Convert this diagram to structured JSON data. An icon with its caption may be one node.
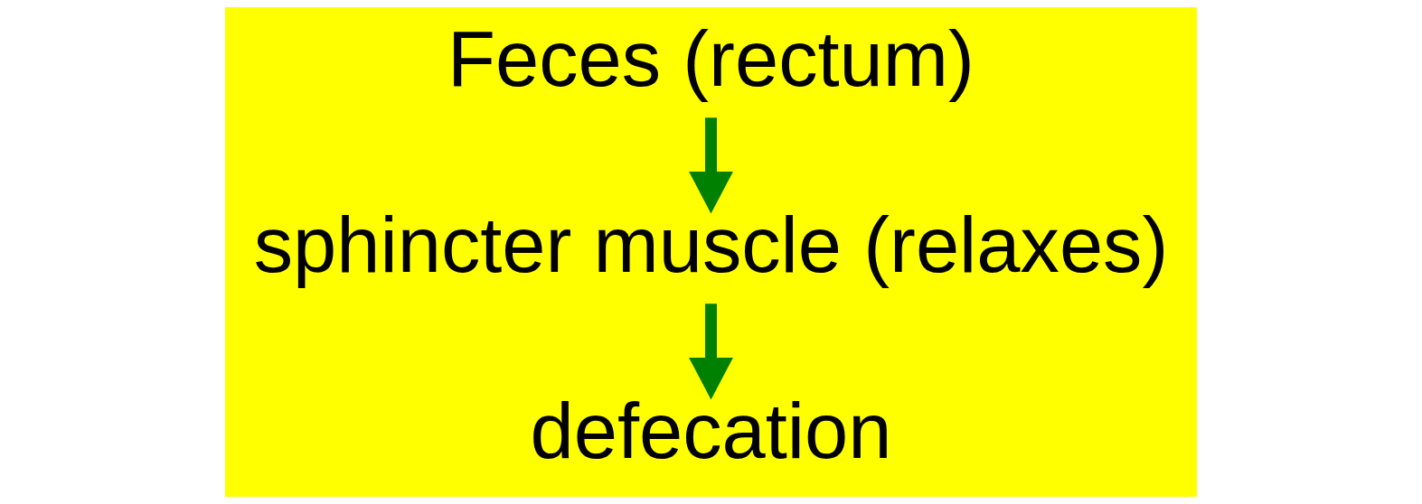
{
  "diagram": {
    "nodes": [
      {
        "text": [
          "Feces (rectum)"
        ]
      },
      {
        "text": [
          "sphincter muscle (relaxes)"
        ]
      },
      {
        "text": [
          "defecation"
        ]
      }
    ],
    "edges": [
      {
        "from": 0,
        "to": 1,
        "arrow": "to"
      },
      {
        "from": 1,
        "to": 2,
        "arrow": "to"
      }
    ]
  }
}
